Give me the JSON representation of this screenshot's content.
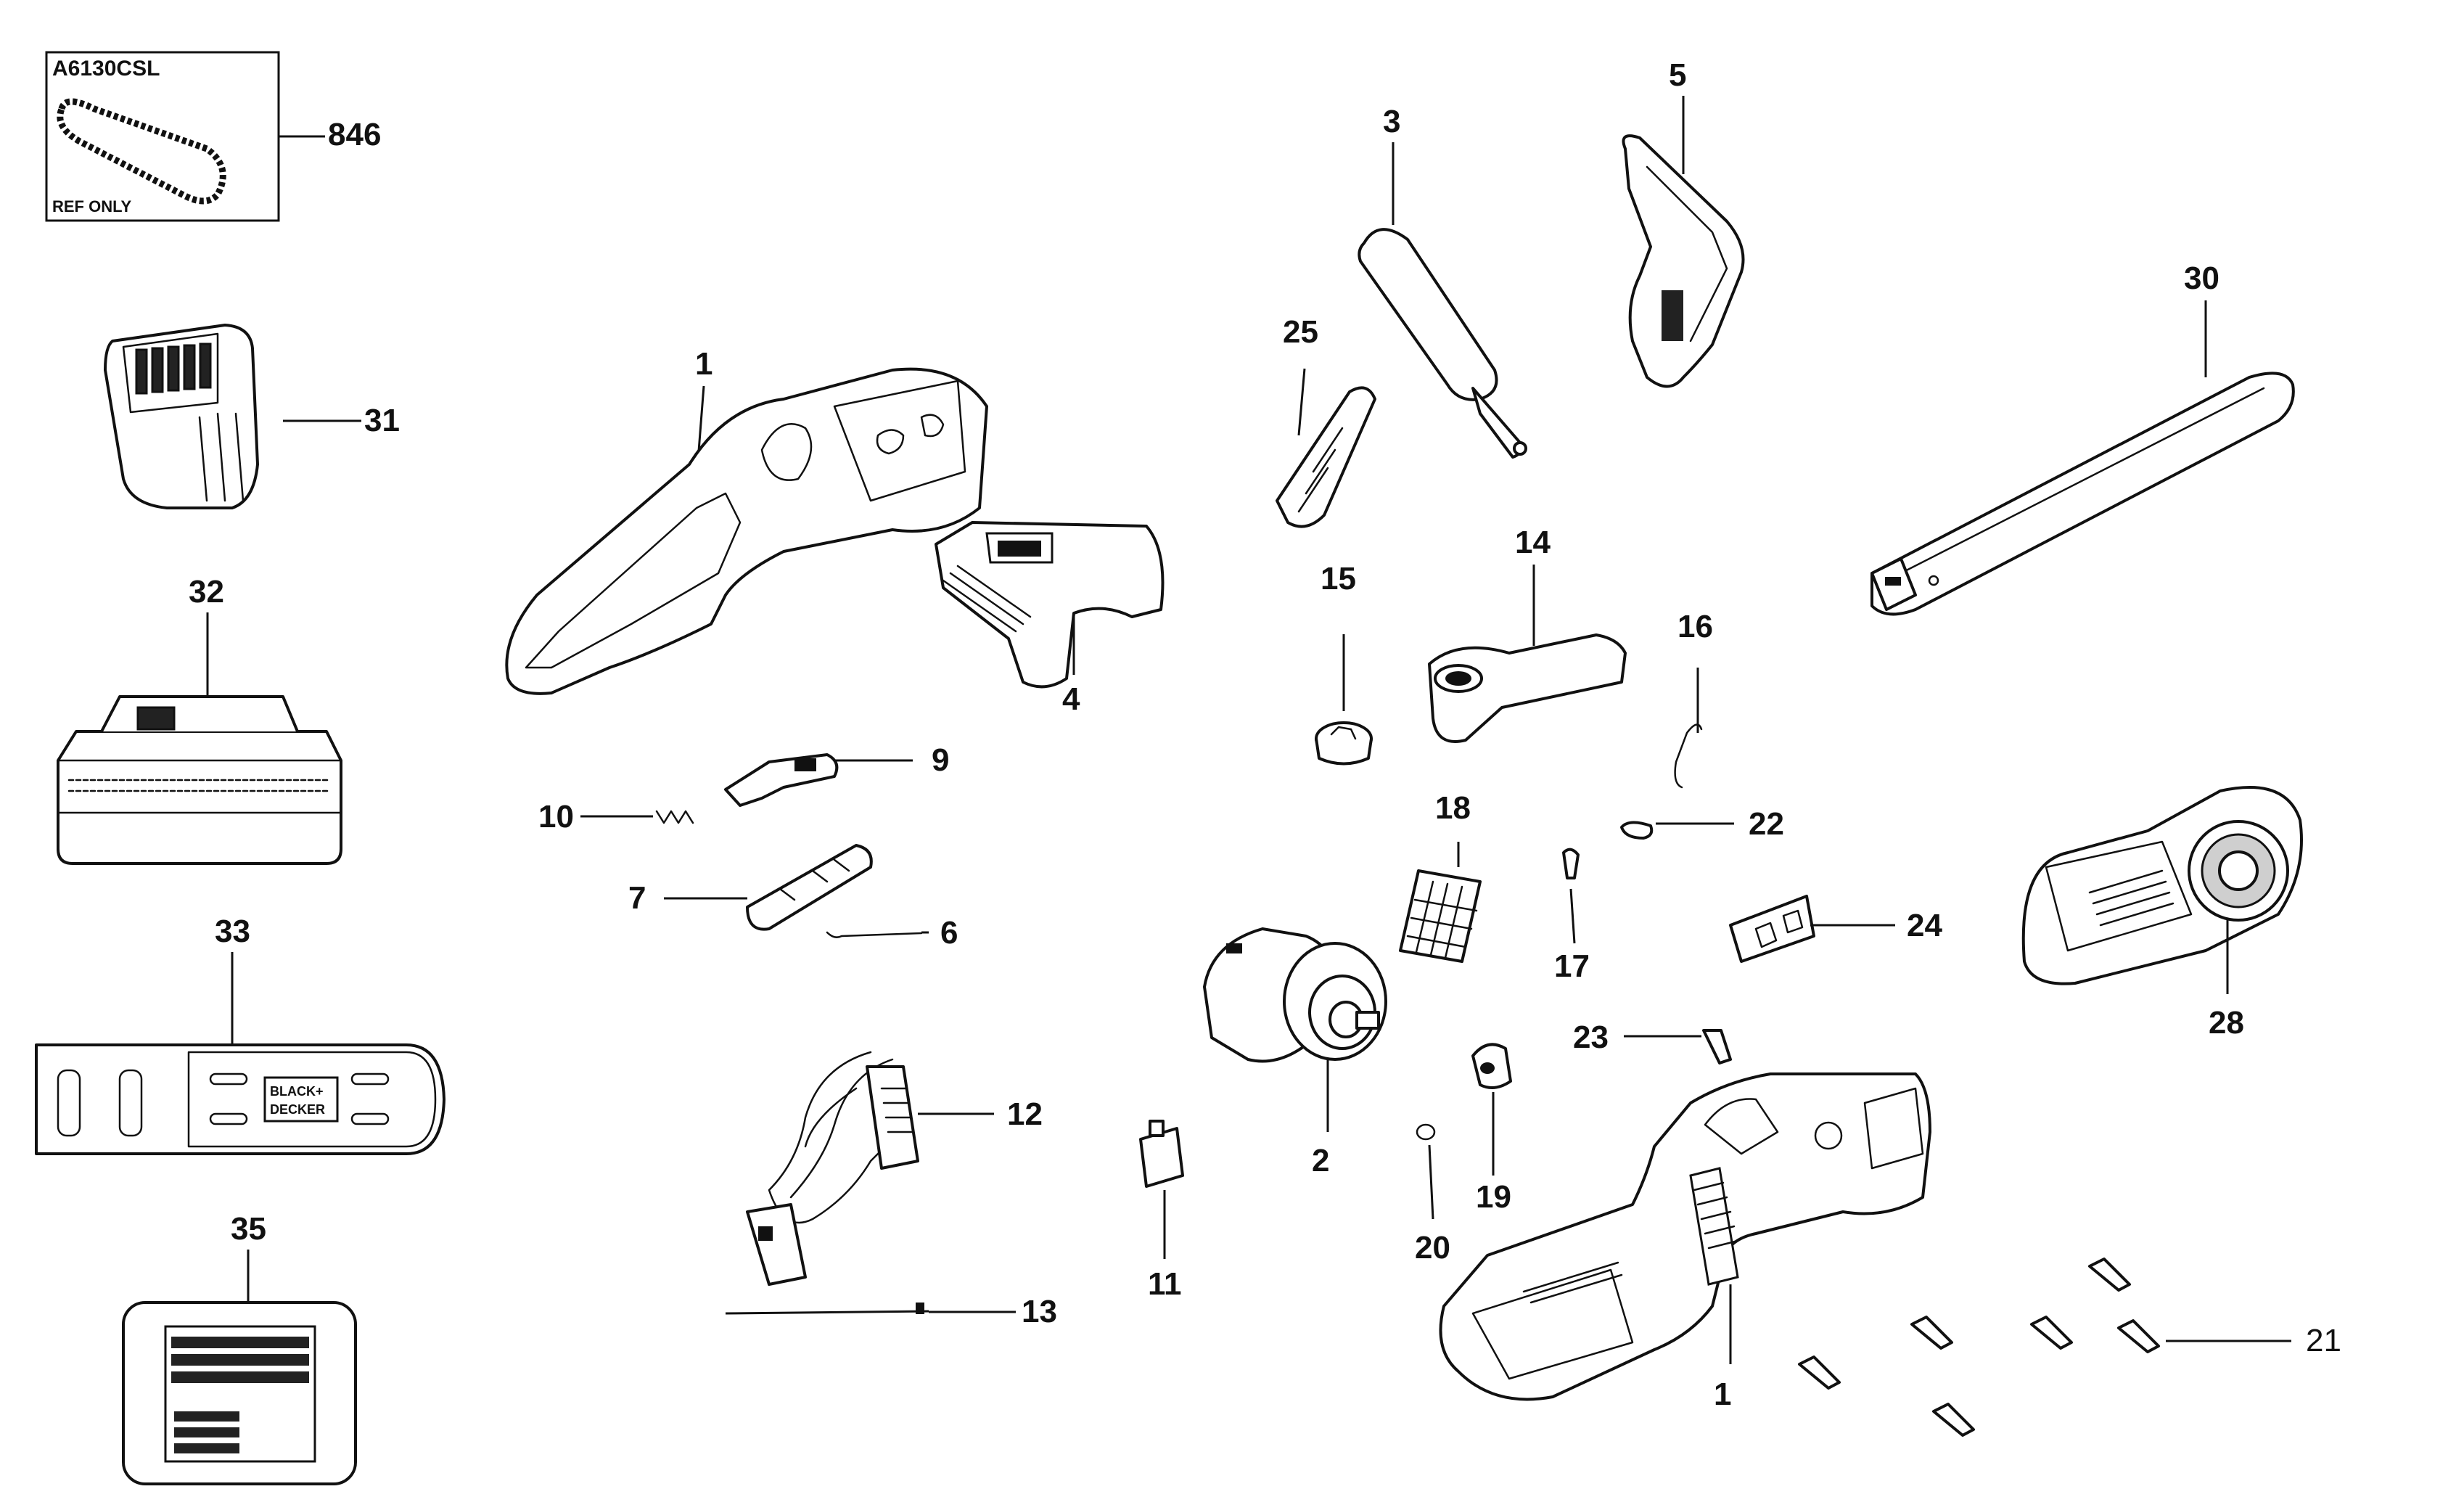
{
  "model_box": {
    "model": "A6130CSL",
    "note": "REF ONLY",
    "callout": "846"
  },
  "brand_mark": {
    "line1": "BLACK+",
    "line2": "DECKER"
  },
  "callouts": {
    "housing_left": "1",
    "housing_right": "1",
    "motor": "2",
    "front_handle": "3",
    "motor_cover": "4",
    "hand_guard": "5",
    "spring_6": "6",
    "switch_lock": "7",
    "lock_button": "9",
    "spring_10": "10",
    "terminal_block": "11",
    "wire_harness": "12",
    "cable_tie": "13",
    "oil_lever": "14",
    "oil_cap": "15",
    "wire_clip": "16",
    "pin": "17",
    "filter": "18",
    "bushing": "19",
    "ring": "20",
    "screws": "21",
    "spring_22": "22",
    "screw_23": "23",
    "plate": "24",
    "trigger": "25",
    "sprocket_cover": "28",
    "bar": "30",
    "battery": "31",
    "charger": "32",
    "bar_cover": "33",
    "label": "35"
  }
}
